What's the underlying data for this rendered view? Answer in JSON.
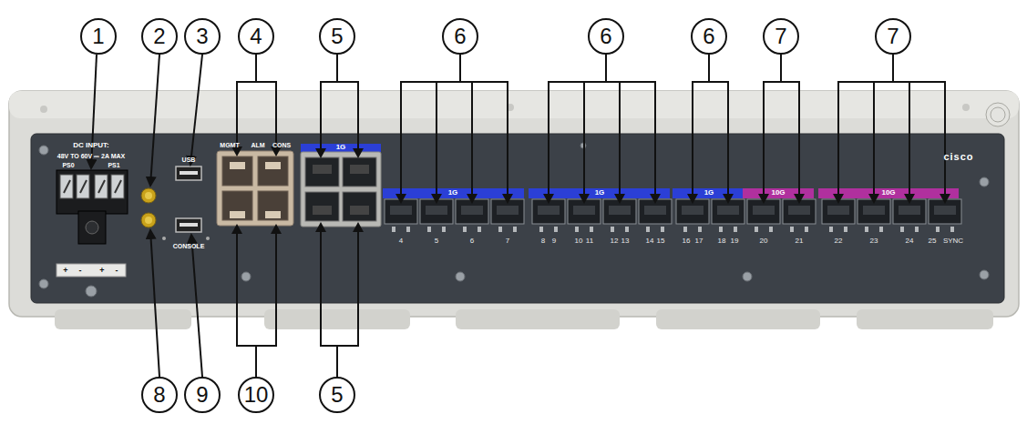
{
  "diagram": {
    "labels": [
      "1",
      "2",
      "3",
      "4",
      "5",
      "6",
      "6",
      "6",
      "7",
      "7",
      "8",
      "9",
      "10",
      "5",
      "DC INPUT:",
      "48V TO 60V ⎓ 2A MAX",
      "PS0",
      "PS1",
      "+",
      "-",
      "+",
      "-",
      "USB",
      "CONSOLE",
      "MGMT",
      "ALM",
      "CONS",
      "1G",
      "1G",
      "1G",
      "1G",
      "10G",
      "10G",
      "4",
      "5",
      "6",
      "7",
      "8",
      "9",
      "10",
      "11",
      "12",
      "13",
      "14",
      "15",
      "16",
      "17",
      "18",
      "19",
      "20",
      "21",
      "22",
      "23",
      "24",
      "25",
      "SYNC",
      "cisco"
    ]
  }
}
